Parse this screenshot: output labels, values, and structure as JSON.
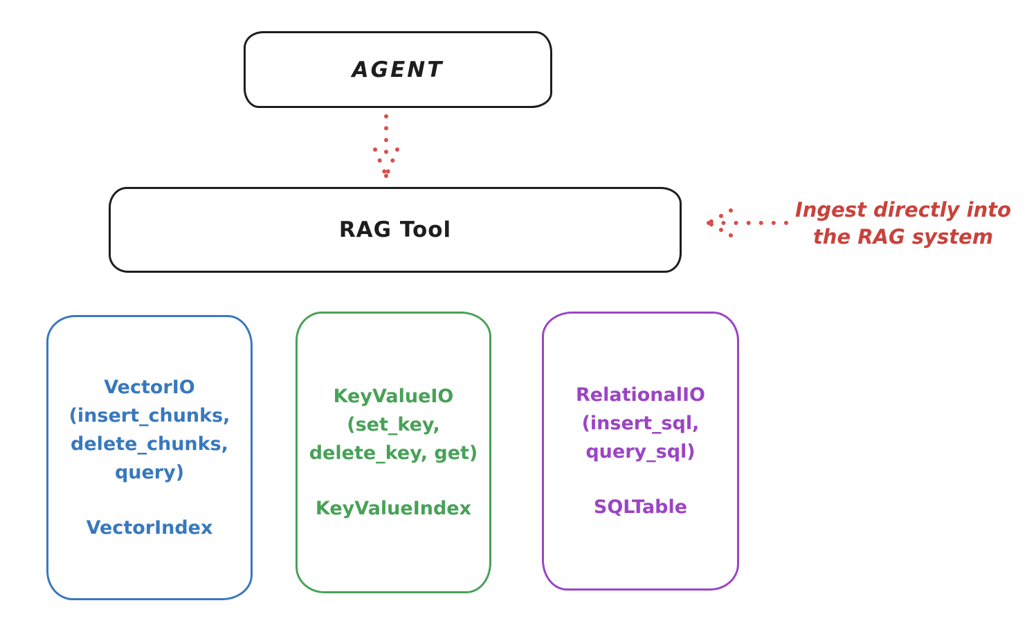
{
  "canvas": {
    "background": "#ffffff",
    "stroke_color": "#1d1d1d"
  },
  "nodes": {
    "agent": {
      "label": "AGENT"
    },
    "rag_tool": {
      "label": "RAG Tool"
    }
  },
  "annotation": {
    "lines": [
      "Ingest directly into",
      "the RAG system"
    ],
    "color": "#c8423b"
  },
  "arrows": [
    {
      "name": "agent-to-rag-tool",
      "style": "dotted",
      "direction": "down",
      "color": "#d94f4a"
    },
    {
      "name": "annotation-to-rag-tool",
      "style": "dotted",
      "direction": "left",
      "color": "#d94f4a"
    }
  ],
  "stores": [
    {
      "title_lines": [
        "VectorIO",
        "(insert_chunks,",
        "delete_chunks,",
        "query)"
      ],
      "footer": "VectorIndex",
      "color": "#3878be"
    },
    {
      "title_lines": [
        "KeyValueIO",
        "(set_key,",
        "delete_key, get)"
      ],
      "footer": "KeyValueIndex",
      "color": "#48a158"
    },
    {
      "title_lines": [
        "RelationalIO",
        "(insert_sql,",
        "query_sql)"
      ],
      "footer": "SQLTable",
      "color": "#9b44c4"
    }
  ]
}
